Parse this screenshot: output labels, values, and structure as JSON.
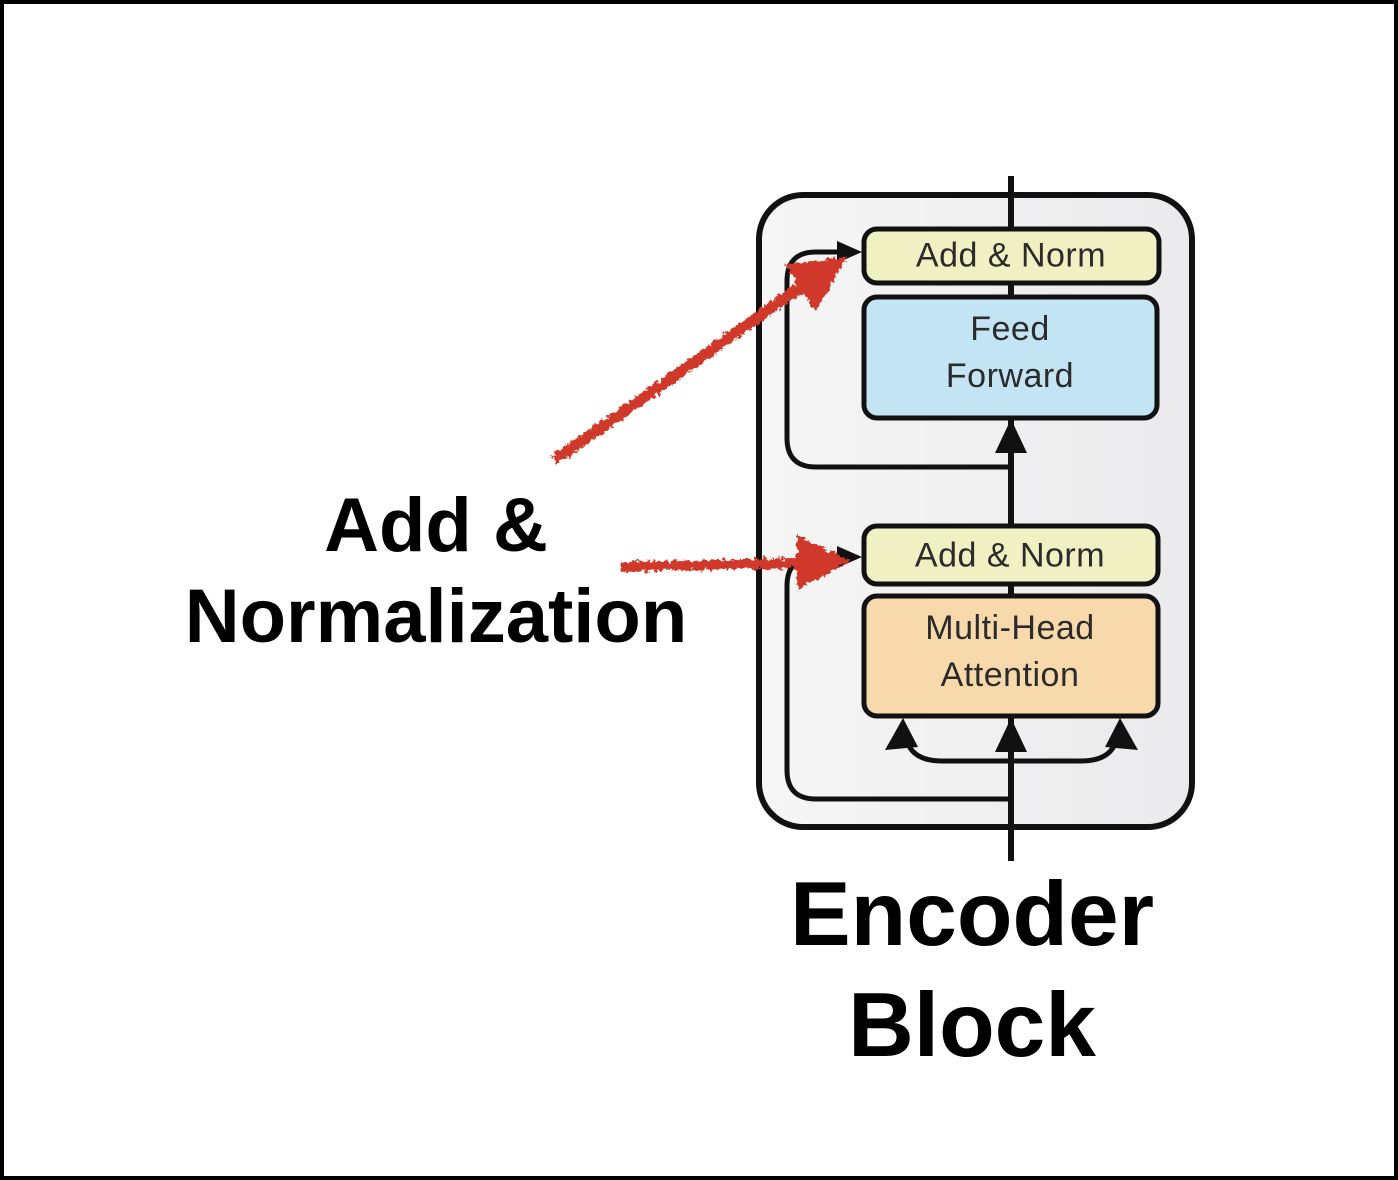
{
  "diagram": {
    "blocks": {
      "add_norm_top": "Add & Norm",
      "feed_forward": "Feed Forward",
      "add_norm_bottom": "Add & Norm",
      "attention": "Multi-Head Attention"
    },
    "annotations": {
      "side_label": "Add & Normalization",
      "bottom_label": "Encoder Block"
    },
    "colors": {
      "add_norm_fill": "#f0f1c3",
      "feed_forward_fill": "#c3e4f3",
      "attention_fill": "#f8d9ab",
      "container_fill_left": "#f6f6f6",
      "container_fill_right": "#eaeaec",
      "line": "#111111",
      "annotation_red": "#d0392b"
    }
  }
}
